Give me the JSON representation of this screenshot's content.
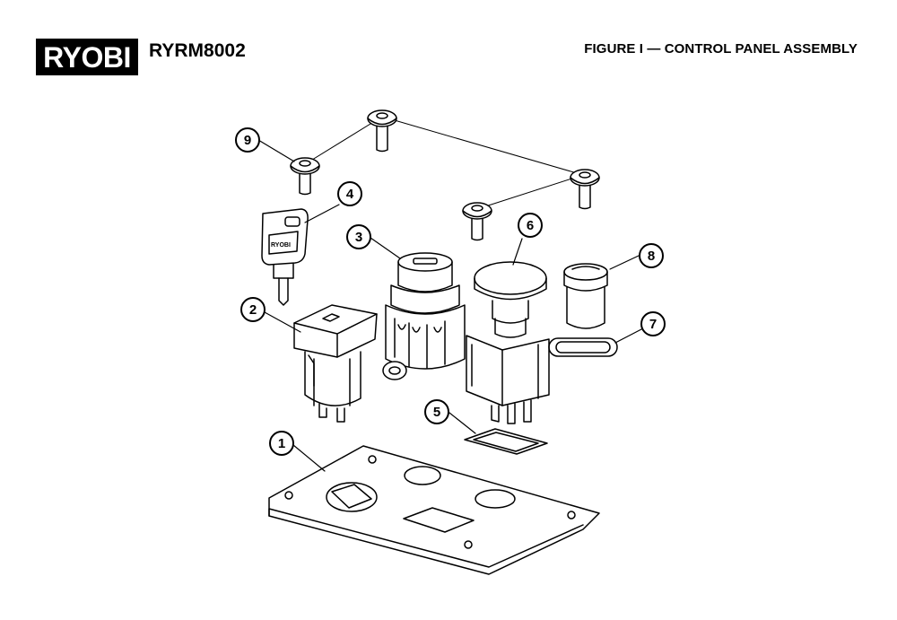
{
  "brand": {
    "logo_text": "RYOBI",
    "model": "RYRM8002"
  },
  "figure": {
    "title": "FIGURE I — CONTROL PANEL ASSEMBLY"
  },
  "callouts": [
    "1",
    "2",
    "3",
    "4",
    "5",
    "6",
    "7",
    "8",
    "9"
  ]
}
